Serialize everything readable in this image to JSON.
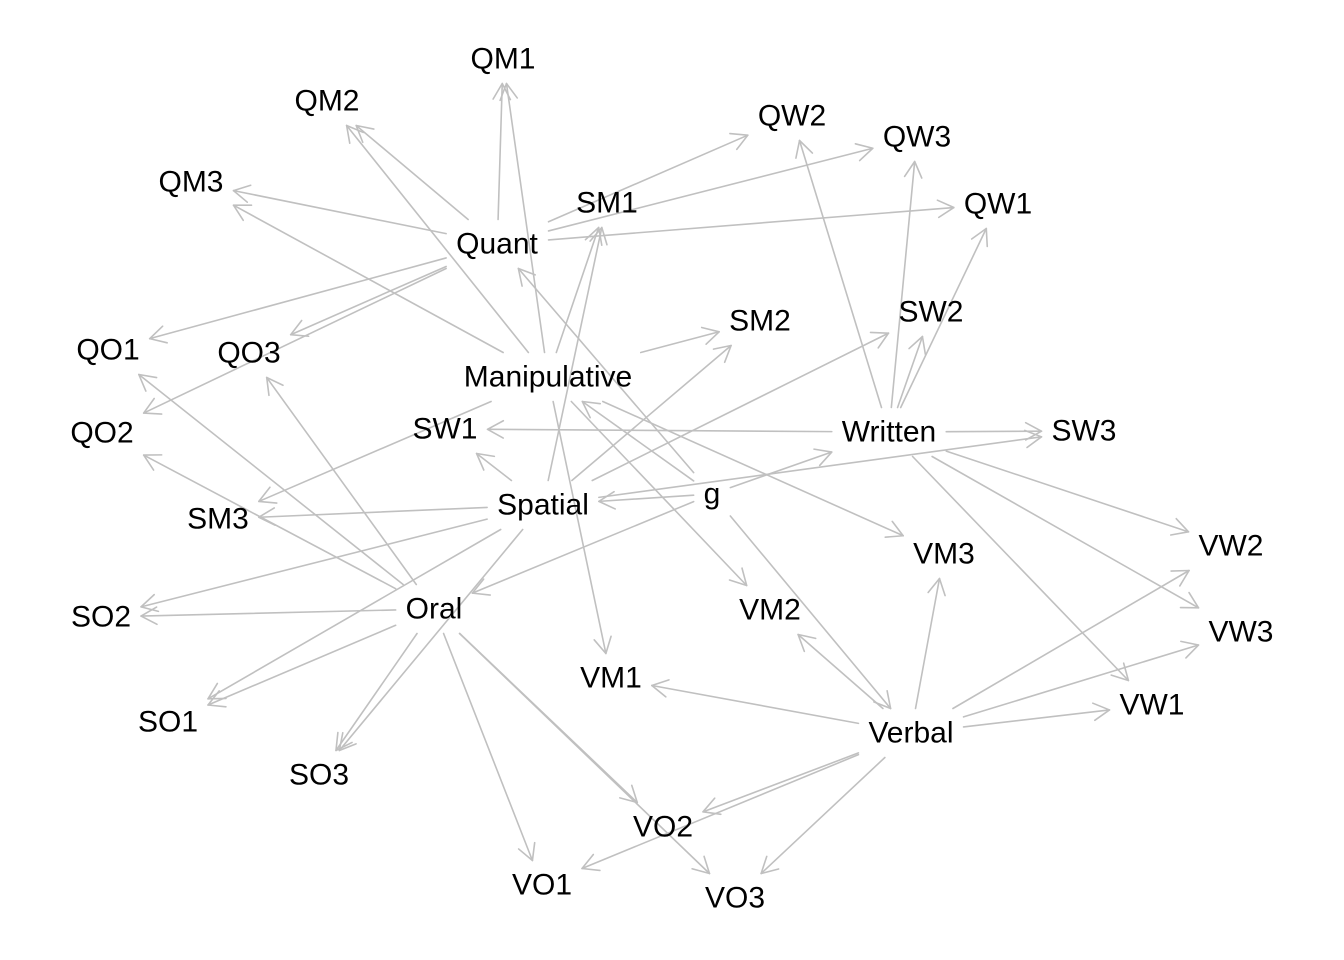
{
  "edge_color": "#c0c0c0",
  "label_color": "#000000",
  "background": "#ffffff",
  "nodes": {
    "g": "g",
    "quant": "Quant",
    "manip": "Manipulative",
    "spatial": "Spatial",
    "written": "Written",
    "oral": "Oral",
    "verbal": "Verbal",
    "qm1": "QM1",
    "qm2": "QM2",
    "qm3": "QM3",
    "qw1": "QW1",
    "qw2": "QW2",
    "qw3": "QW3",
    "qo1": "QO1",
    "qo2": "QO2",
    "qo3": "QO3",
    "sm1": "SM1",
    "sm2": "SM2",
    "sm3": "SM3",
    "sw1": "SW1",
    "sw2": "SW2",
    "sw3": "SW3",
    "so1": "SO1",
    "so2": "SO2",
    "so3": "SO3",
    "vm1": "VM1",
    "vm2": "VM2",
    "vm3": "VM3",
    "vw1": "VW1",
    "vw2": "VW2",
    "vw3": "VW3",
    "vo1": "VO1",
    "vo2": "VO2",
    "vo3": "VO3"
  },
  "edges": [
    [
      "g",
      "quant"
    ],
    [
      "g",
      "manip"
    ],
    [
      "g",
      "spatial"
    ],
    [
      "g",
      "written"
    ],
    [
      "g",
      "oral"
    ],
    [
      "g",
      "verbal"
    ],
    [
      "quant",
      "qm1"
    ],
    [
      "quant",
      "qm2"
    ],
    [
      "quant",
      "qm3"
    ],
    [
      "quant",
      "qw1"
    ],
    [
      "quant",
      "qw2"
    ],
    [
      "quant",
      "qw3"
    ],
    [
      "quant",
      "qo1"
    ],
    [
      "quant",
      "qo2"
    ],
    [
      "quant",
      "qo3"
    ],
    [
      "manip",
      "qm1"
    ],
    [
      "manip",
      "qm2"
    ],
    [
      "manip",
      "qm3"
    ],
    [
      "manip",
      "sm1"
    ],
    [
      "manip",
      "sm2"
    ],
    [
      "manip",
      "sm3"
    ],
    [
      "manip",
      "vm1"
    ],
    [
      "manip",
      "vm2"
    ],
    [
      "manip",
      "vm3"
    ],
    [
      "spatial",
      "sm1"
    ],
    [
      "spatial",
      "sm2"
    ],
    [
      "spatial",
      "sm3"
    ],
    [
      "spatial",
      "sw1"
    ],
    [
      "spatial",
      "sw2"
    ],
    [
      "spatial",
      "sw3"
    ],
    [
      "spatial",
      "so1"
    ],
    [
      "spatial",
      "so2"
    ],
    [
      "spatial",
      "so3"
    ],
    [
      "written",
      "qw1"
    ],
    [
      "written",
      "qw2"
    ],
    [
      "written",
      "qw3"
    ],
    [
      "written",
      "sw1"
    ],
    [
      "written",
      "sw2"
    ],
    [
      "written",
      "sw3"
    ],
    [
      "written",
      "vw1"
    ],
    [
      "written",
      "vw2"
    ],
    [
      "written",
      "vw3"
    ],
    [
      "oral",
      "qo1"
    ],
    [
      "oral",
      "qo2"
    ],
    [
      "oral",
      "qo3"
    ],
    [
      "oral",
      "so1"
    ],
    [
      "oral",
      "so2"
    ],
    [
      "oral",
      "so3"
    ],
    [
      "oral",
      "vo1"
    ],
    [
      "oral",
      "vo2"
    ],
    [
      "oral",
      "vo3"
    ],
    [
      "verbal",
      "vm1"
    ],
    [
      "verbal",
      "vm2"
    ],
    [
      "verbal",
      "vm3"
    ],
    [
      "verbal",
      "vw1"
    ],
    [
      "verbal",
      "vw2"
    ],
    [
      "verbal",
      "vw3"
    ],
    [
      "verbal",
      "vo1"
    ],
    [
      "verbal",
      "vo2"
    ],
    [
      "verbal",
      "vo3"
    ]
  ]
}
